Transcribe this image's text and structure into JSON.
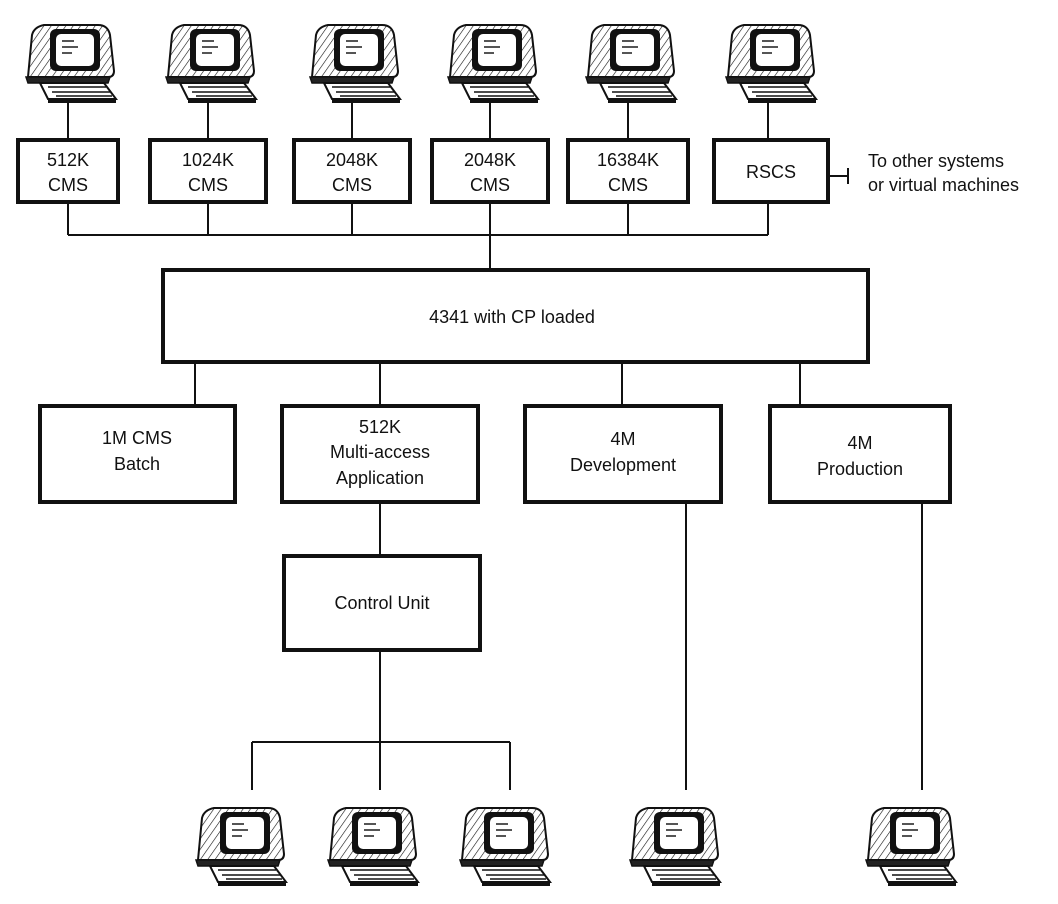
{
  "top_boxes": [
    {
      "line1": "512K",
      "line2": "CMS"
    },
    {
      "line1": "1024K",
      "line2": "CMS"
    },
    {
      "line1": "2048K",
      "line2": "CMS"
    },
    {
      "line1": "2048K",
      "line2": "CMS"
    },
    {
      "line1": "16384K",
      "line2": "CMS"
    },
    {
      "line1": "RSCS"
    }
  ],
  "side_note": {
    "line1": "To other systems",
    "line2": "or virtual machines"
  },
  "host": {
    "label": "4341 with CP loaded"
  },
  "lower_boxes": [
    {
      "line1": "1M CMS",
      "line2": "Batch"
    },
    {
      "line1": "512K",
      "line2": "Multi-access",
      "line3": "Application"
    },
    {
      "line1": "4M",
      "line2": "Development"
    },
    {
      "line1": "4M",
      "line2": "Production"
    }
  ],
  "control_unit": {
    "label": "Control Unit"
  },
  "colors": {
    "ink": "#111111",
    "paper": "#ffffff"
  },
  "icons": {
    "terminal": "terminal-icon"
  }
}
